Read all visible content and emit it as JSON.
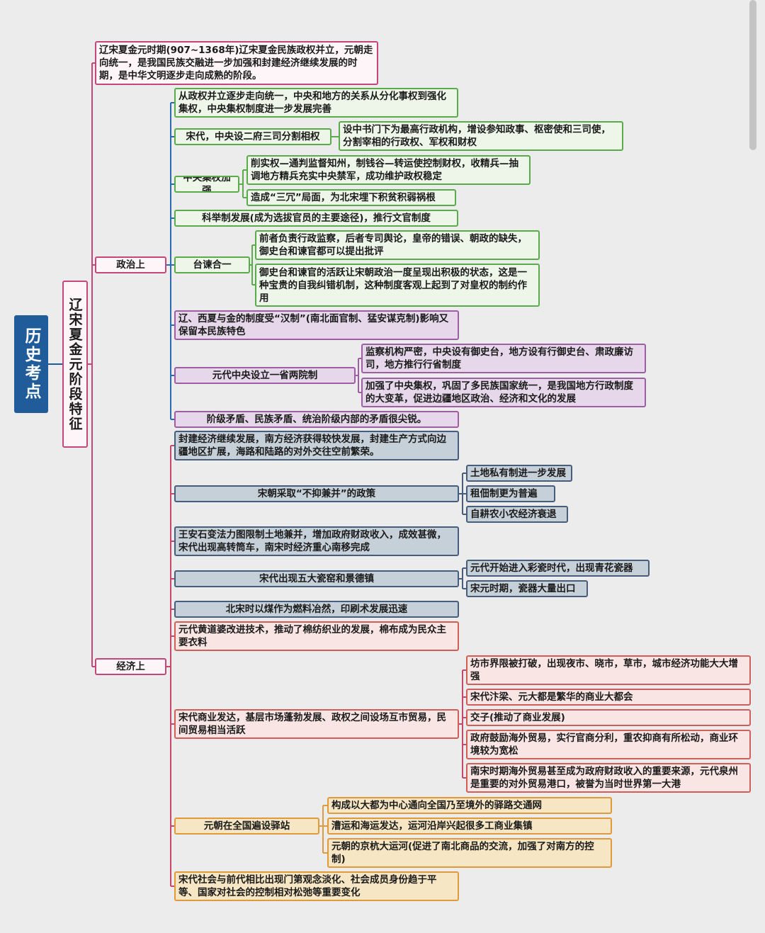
{
  "title": "历史考点",
  "subtitle": "辽宋夏金元阶段特征",
  "intro": "辽宋夏金元时期(907~1368年)辽宋夏金民族政权并立，元朝走向统一，是我国民族交融进一步加强和封建经济继续发展的时期，是中华文明逐步走向成熟的阶段。",
  "politics": {
    "label": "政治上",
    "p1": "从政权并立逐步走向统一，中央和地方的关系从分化事权到强化集权，中央集权制度进一步发展完善",
    "p2": "宋代，中央设二府三司分割相权",
    "p2a": "设中书门下为最高行政机构，增设参知政事、枢密使和三司使，分割宰相的行政权、军权和财权",
    "p3": "中央集权加强",
    "p3a": "削实权—通判监督知州，制钱谷—转运使控制财权，收精兵—抽调地方精兵充实中央禁军，成功维护政权稳定",
    "p3b": "造成“三冗”局面，为北宋埋下积贫积弱祸根",
    "p4": "科举制发展(成为选拔官员的主要途径)，推行文官制度",
    "p5": "台谏合一",
    "p5a": "前者负责行政监察，后者专司舆论，皇帝的错误、朝政的缺失，御史台和谏官都可以提出批评",
    "p5b": "御史台和谏官的活跃让宋朝政治一度呈现出积极的状态，这是一种宝贵的自我纠错机制，这种制度客观上起到了对皇权的制约作用",
    "p6": "辽、西夏与金的制度受“汉制”(南北面官制、猛安谋克制)影响又保留本民族特色",
    "p7": "元代中央设立一省两院制",
    "p7a": "监察机构严密，中央设有御史台，地方设有行御史台、肃政廉访司，地方推行行省制度",
    "p7b": "加强了中央集权，巩固了多民族国家统一，是我国地方行政制度的大变革，促进边疆地区政治、经济和文化的发展",
    "p8": "阶级矛盾、民族矛盾、统治阶级内部的矛盾很尖锐。"
  },
  "economy": {
    "label": "经济上",
    "e1": "封建经济继续发展，南方经济获得较快发展，封建生产方式向边疆地区扩展，海路和陆路的对外交往空前繁荣。",
    "e2": "宋朝采取“不抑兼并”的政策",
    "e2a": "土地私有制进一步发展",
    "e2b": "租佃制更为普遍",
    "e2c": "自耕农小农经济衰退",
    "e3": "王安石变法力图限制土地兼并，增加政府财政收入，成效甚微，宋代出现高转筒车，南宋时经济重心南移完成",
    "e4": "宋代出现五大瓷窑和景德镇",
    "e4a": "元代开始进入彩瓷时代，出现青花瓷器",
    "e4b": "宋元时期，瓷器大量出口",
    "e5": "北宋时以煤作为燃料冶然，印刷术发展迅速",
    "e6": "元代黄道婆改进技术，推动了棉纺织业的发展，棉布成为民众主要衣料",
    "e7": "宋代商业发达，基层市场蓬勃发展、政权之间设场互市贸易，民间贸易相当活跃",
    "e7a": "坊市界限被打破，出现夜市、晓市，草市，城市经济功能大大增强",
    "e7b": "宋代汴梁、元大都是繁华的商业大都会",
    "e7c": "交子(推动了商业发展)",
    "e7d": "政府鼓励海外贸易，实行官商分利，重农抑商有所松动，商业环境较为宽松",
    "e7e": "南宋时期海外贸易甚至成为政府财政收入的重要来源，元代泉州是重要的对外贸易港口，被誉为当时世界第一大港",
    "e8": "元朝在全国遍设驿站",
    "e8a": "构成以大都为中心通向全国乃至境外的驿路交通网",
    "e8b": "漕运和海运发达，运河沿岸兴起很多工商业集镇",
    "e8c": "元朝的京杭大运河(促进了南北商品的交流，加强了对南方的控制)",
    "e9": "宋代社会与前代相比出现门第观念淡化、社会成员身份趋于平等、国家对社会的控制相对松弛等重要变化"
  }
}
